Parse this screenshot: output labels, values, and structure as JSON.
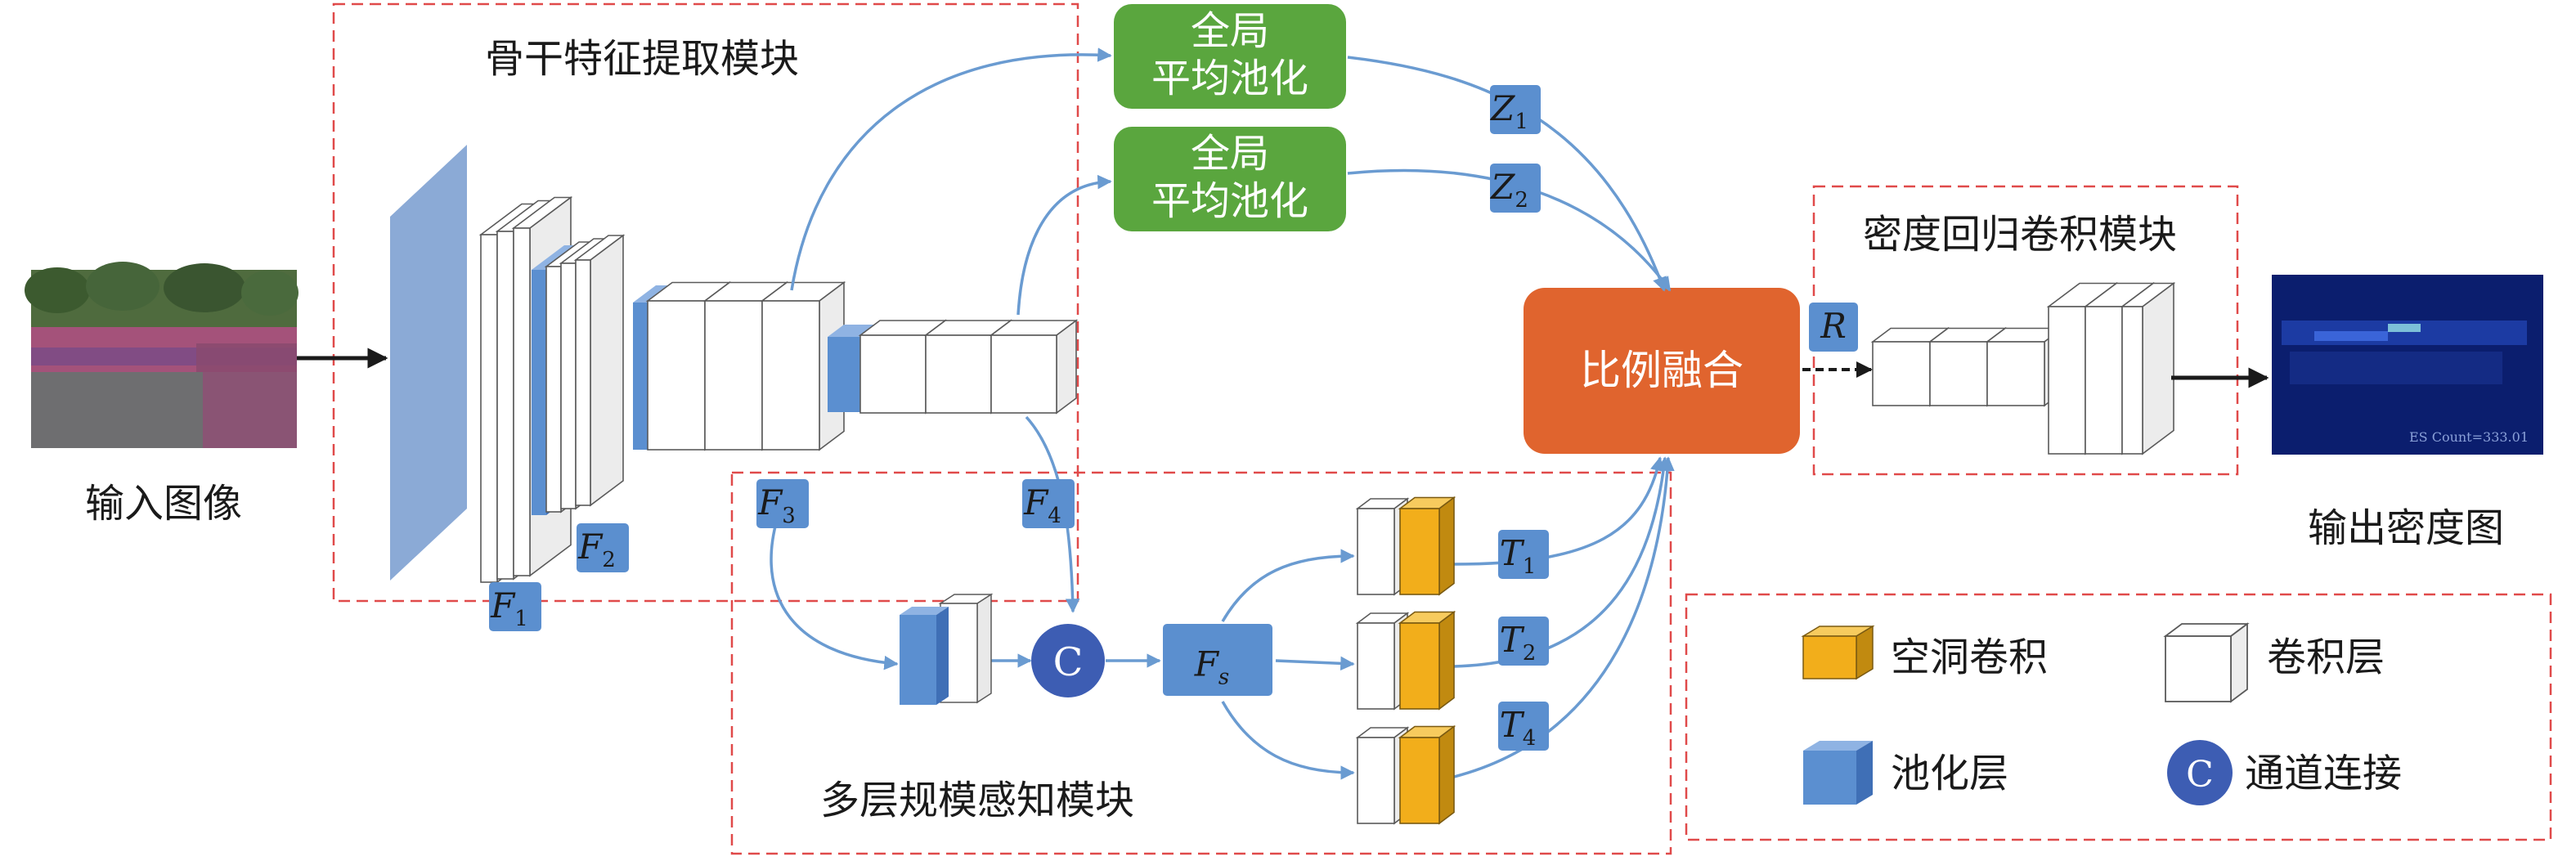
{
  "modules": {
    "backbone": "骨干特征提取模块",
    "multiscale": "多层规模感知模块",
    "density_regression": "密度回归卷积模块"
  },
  "input_label": "输入图像",
  "output_label": "输出密度图",
  "gap": {
    "line1": "全局",
    "line2": "平均池化"
  },
  "fusion": "比例融合",
  "feature_tags": {
    "f1": "F",
    "f1_sub": "1",
    "f2": "F",
    "f2_sub": "2",
    "f3": "F",
    "f3_sub": "3",
    "f4": "F",
    "f4_sub": "4",
    "fs": "F",
    "fs_sub": "s",
    "z1": "Z",
    "z1_sub": "1",
    "z2": "Z",
    "z2_sub": "2",
    "t1": "T",
    "t1_sub": "1",
    "t2": "T",
    "t2_sub": "2",
    "t4": "T",
    "t4_sub": "4",
    "r": "R"
  },
  "concat_symbol": "C",
  "output_count_text": "ES Count=333.01",
  "legend": {
    "dilated": "空洞卷积",
    "conv": "卷积层",
    "pool": "池化层",
    "concat": "通道连接",
    "concat_symbol": "C"
  },
  "colors": {
    "tag_blue": "#5b8fcf",
    "pool_blue": "#5b8fd0",
    "gap_green": "#5aa63e",
    "fusion_orange": "#e0642e",
    "dilated_orange": "#f2ae1b",
    "concat_navy": "#3d5db3",
    "arrow_blue": "#6a9bd1",
    "dashed_red": "#e04a4a"
  }
}
